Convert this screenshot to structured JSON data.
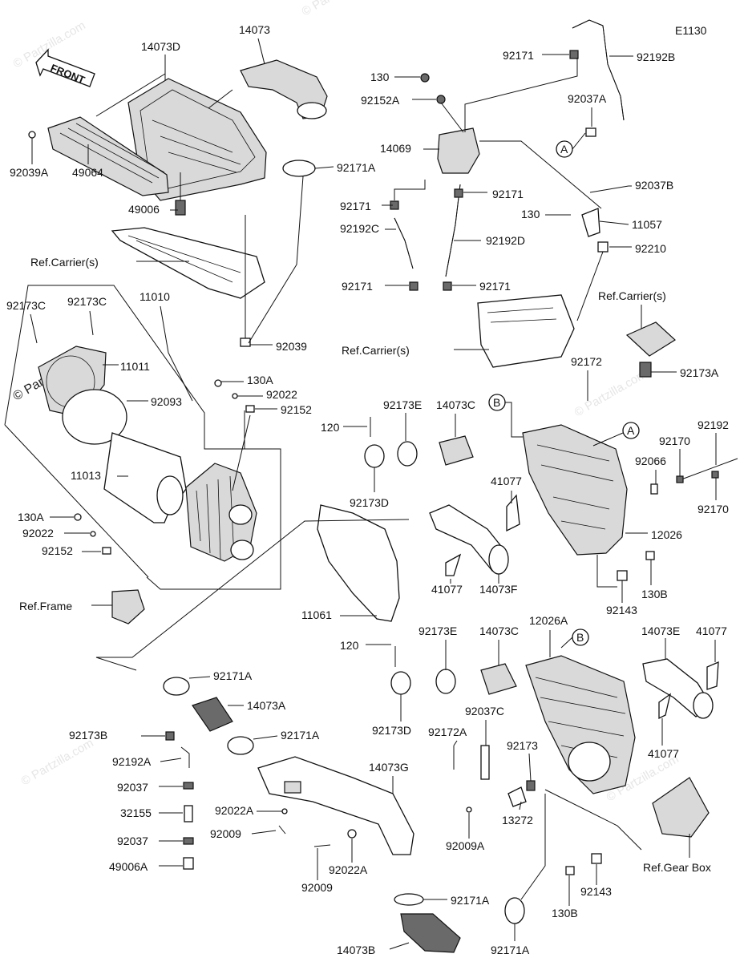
{
  "diagram_code": "E1130",
  "front_label": "FRONT",
  "watermark": "© Partzilla.com",
  "callouts": {
    "A": "A",
    "B": "B"
  },
  "labels": {
    "p14073": "14073",
    "p14073D": "14073D",
    "p92039A": "92039A",
    "p49064": "49064",
    "p49006": "49006",
    "p92171A_top": "92171A",
    "refCarrier1": "Ref.Carrier(s)",
    "p92039": "92039",
    "p92173C_1": "92173C",
    "p92173C_2": "92173C",
    "p11010": "11010",
    "p11011": "11011",
    "p92093": "92093",
    "p11013": "11013",
    "p130A_1": "130A",
    "p92022_1": "92022",
    "p92152_1": "92152",
    "p130A_2": "130A",
    "p92022_2": "92022",
    "p92152_2": "92152",
    "refFrame": "Ref.Frame",
    "p92171_a": "92171",
    "p92192B": "92192B",
    "p130_a": "130",
    "p92152A": "92152A",
    "p92037A": "92037A",
    "p14069": "14069",
    "p92037B": "92037B",
    "p92171_b": "92171",
    "p92171_c": "92171",
    "p92192C": "92192C",
    "p130_b": "130",
    "p11057": "11057",
    "p92192D": "92192D",
    "p92210": "92210",
    "p92171_d": "92171",
    "p92171_e": "92171",
    "refCarrier2": "Ref.Carrier(s)",
    "refCarrier3": "Ref.Carrier(s)",
    "p92173A": "92173A",
    "p92172": "92172",
    "p120_a": "120",
    "p92173E_a": "92173E",
    "p14073C_a": "14073C",
    "p92192": "92192",
    "p92170_a": "92170",
    "p92066": "92066",
    "p92170_b": "92170",
    "p92173D_a": "92173D",
    "p41077_a": "41077",
    "p12026": "12026",
    "p11061": "11061",
    "p41077_b": "41077",
    "p14073F": "14073F",
    "p92143_a": "92143",
    "p130B_a": "130B",
    "p120_b": "120",
    "p92173E_b": "92173E",
    "p14073C_b": "14073C",
    "p12026A": "12026A",
    "p14073E": "14073E",
    "p41077_c": "41077",
    "p92171A_b": "92171A",
    "p14073A": "14073A",
    "p92173D_b": "92173D",
    "p92037C": "92037C",
    "p92173B": "92173B",
    "p92171A_c": "92171A",
    "p92172A": "92172A",
    "p92173": "92173",
    "p41077_d": "41077",
    "p92192A": "92192A",
    "p92037_a": "92037",
    "p14073G": "14073G",
    "p32155": "32155",
    "p92022A_a": "92022A",
    "p92037_b": "92037",
    "p92009_a": "92009",
    "p13272": "13272",
    "p92009A": "92009A",
    "p49006A": "49006A",
    "p92022A_b": "92022A",
    "p92009_b": "92009",
    "refGearBox": "Ref.Gear Box",
    "p92171A_d": "92171A",
    "p92143_b": "92143",
    "p130B_b": "130B",
    "p14073B": "14073B",
    "p92171A_e": "92171A"
  }
}
